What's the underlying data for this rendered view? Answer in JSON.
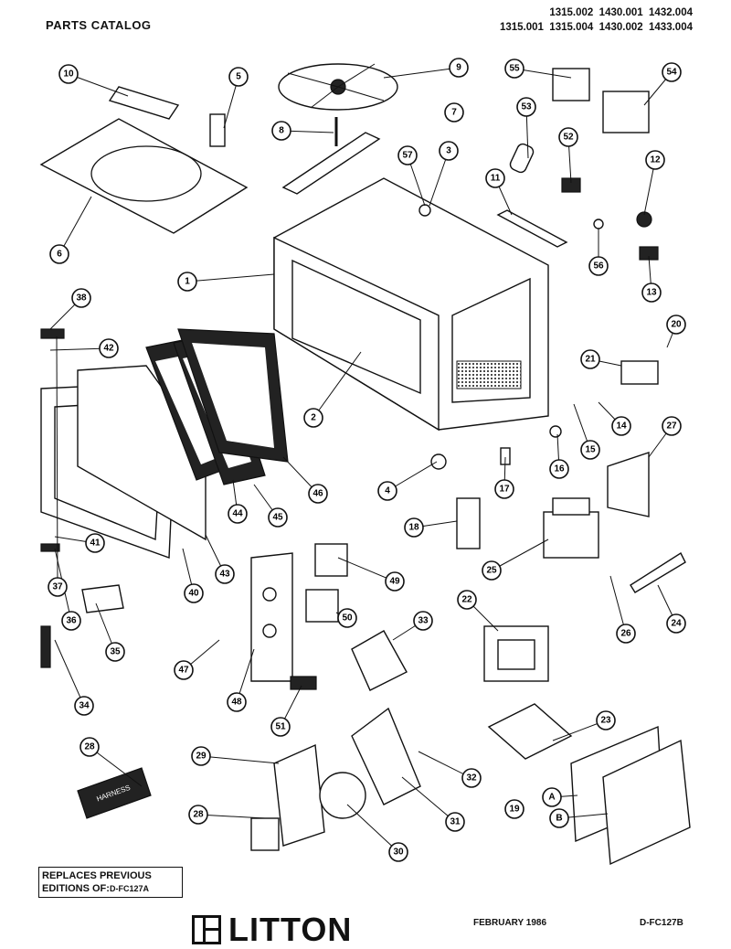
{
  "header": {
    "title": "PARTS CATALOG",
    "models_row1": "1315.002  1430.001  1432.004",
    "models_row2": "1315.001  1315.004  1430.002  1433.004"
  },
  "callouts": [
    "1",
    "2",
    "3",
    "4",
    "5",
    "6",
    "7",
    "8",
    "9",
    "10",
    "11",
    "12",
    "13",
    "14",
    "15",
    "16",
    "17",
    "18",
    "19",
    "A",
    "B",
    "20",
    "21",
    "22",
    "23",
    "24",
    "25",
    "26",
    "27",
    "28",
    "28",
    "29",
    "30",
    "31",
    "32",
    "33",
    "34",
    "35",
    "36",
    "37",
    "38",
    "40",
    "41",
    "42",
    "43",
    "44",
    "45",
    "46",
    "47",
    "48",
    "49",
    "50",
    "51",
    "52",
    "53",
    "54",
    "55",
    "56",
    "57"
  ],
  "part_labels": {
    "harness": "HARNESS"
  },
  "footer": {
    "replaces_line1": "REPLACES PREVIOUS",
    "replaces_line2": "EDITIONS OF:",
    "replaces_code": "D-FC127A",
    "brand": "LITTON",
    "date": "FEBRUARY 1986",
    "doc_id": "D-FC127B"
  }
}
